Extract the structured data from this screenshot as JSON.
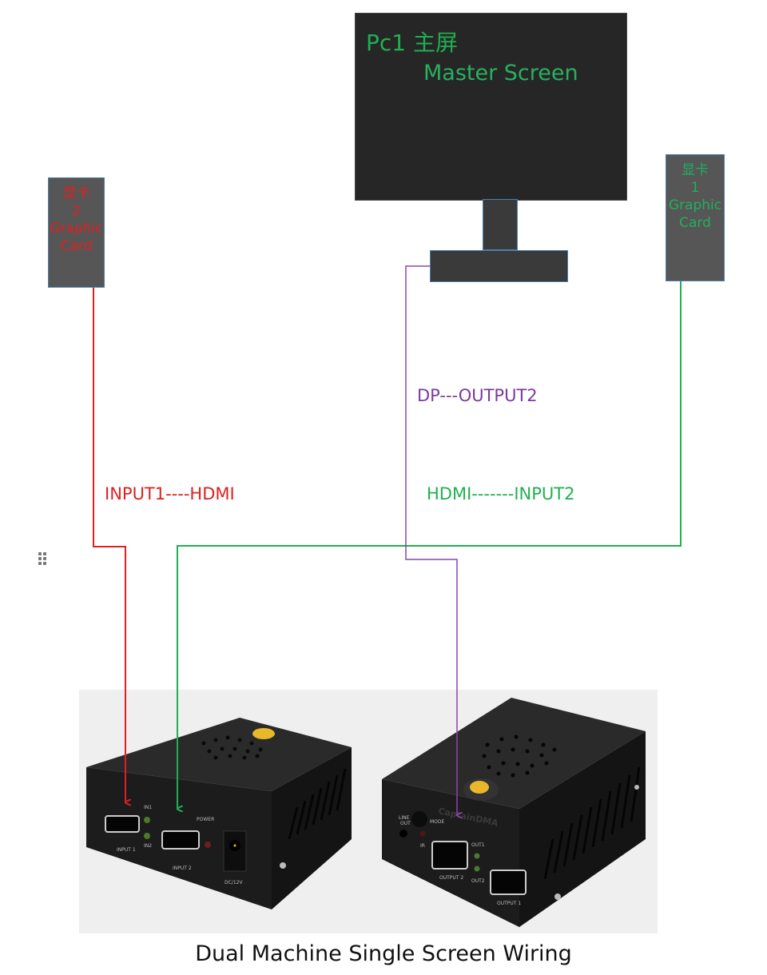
{
  "monitor": {
    "title": "Pc1  主屏",
    "subtitle": "Master Screen"
  },
  "graphic_card_2": {
    "line1": "显卡",
    "line2": "2",
    "line3": "Graphic",
    "line4": "Card",
    "color": "#e02020"
  },
  "graphic_card_1": {
    "line1": "显卡",
    "line2": "1",
    "line3": "Graphic",
    "line4": "Card",
    "color": "#20b060"
  },
  "connections": {
    "red_label": "INPUT1----HDMI",
    "purple_label": "DP---OUTPUT2",
    "green_label": "HDMI-------INPUT2",
    "red_color": "#e02020",
    "green_color": "#20b050",
    "purple_color": "#8a44b0"
  },
  "device_left": {
    "ports": [
      "INPUT 1",
      "INPUT 2",
      "DC/12V"
    ],
    "leds": [
      "IN1",
      "IN2",
      "POWER"
    ]
  },
  "device_right": {
    "brand": "CaptainDMA",
    "ports": [
      "LINE OUT",
      "OUTPUT 2",
      "OUTPUT 1"
    ],
    "leds": [
      "IR",
      "MODE",
      "OUT1",
      "OUT2"
    ]
  },
  "caption": "Dual Machine Single Screen Wiring"
}
